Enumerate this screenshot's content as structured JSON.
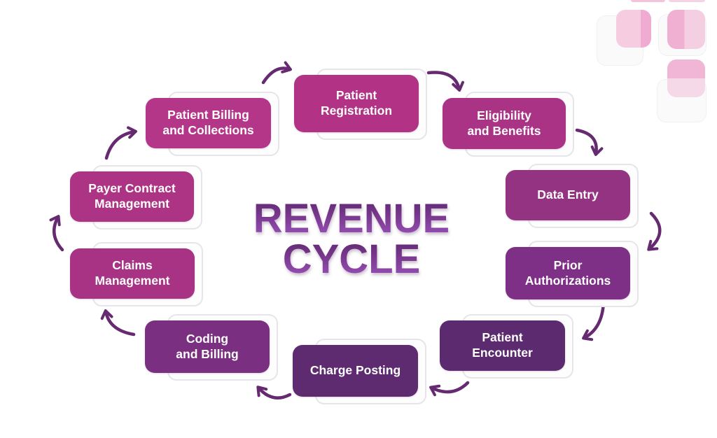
{
  "title": {
    "line1": "REVENUE",
    "line2": "CYCLE"
  },
  "colors": {
    "arrow": "#662a70",
    "title_gradient_top": "#5e2870",
    "title_gradient_bottom": "#9a55bb",
    "ghost_outline": "#e6e6ea",
    "decoration_pink": "#f2b9d8",
    "background": "#ffffff"
  },
  "cycle": {
    "steps": [
      {
        "id": "patient-registration",
        "label": "Patient\nRegistration",
        "color": "#b23386"
      },
      {
        "id": "eligibility-and-benefits",
        "label": "Eligibility\nand Benefits",
        "color": "#aa3385"
      },
      {
        "id": "data-entry",
        "label": "Data Entry",
        "color": "#953383"
      },
      {
        "id": "prior-authorizations",
        "label": "Prior\nAuthorizations",
        "color": "#7d3085"
      },
      {
        "id": "patient-encounter",
        "label": "Patient\nEncounter",
        "color": "#5c2a6e"
      },
      {
        "id": "charge-posting",
        "label": "Charge Posting",
        "color": "#5e2b71"
      },
      {
        "id": "coding-and-billing",
        "label": "Coding\nand Billing",
        "color": "#7b2f80"
      },
      {
        "id": "claims-management",
        "label": "Claims\nManagement",
        "color": "#a83384"
      },
      {
        "id": "payer-contract-management",
        "label": "Payer Contract\nManagement",
        "color": "#ad3384"
      },
      {
        "id": "patient-billing-and-collections",
        "label": "Patient Billing\nand Collections",
        "color": "#b43689"
      }
    ]
  }
}
